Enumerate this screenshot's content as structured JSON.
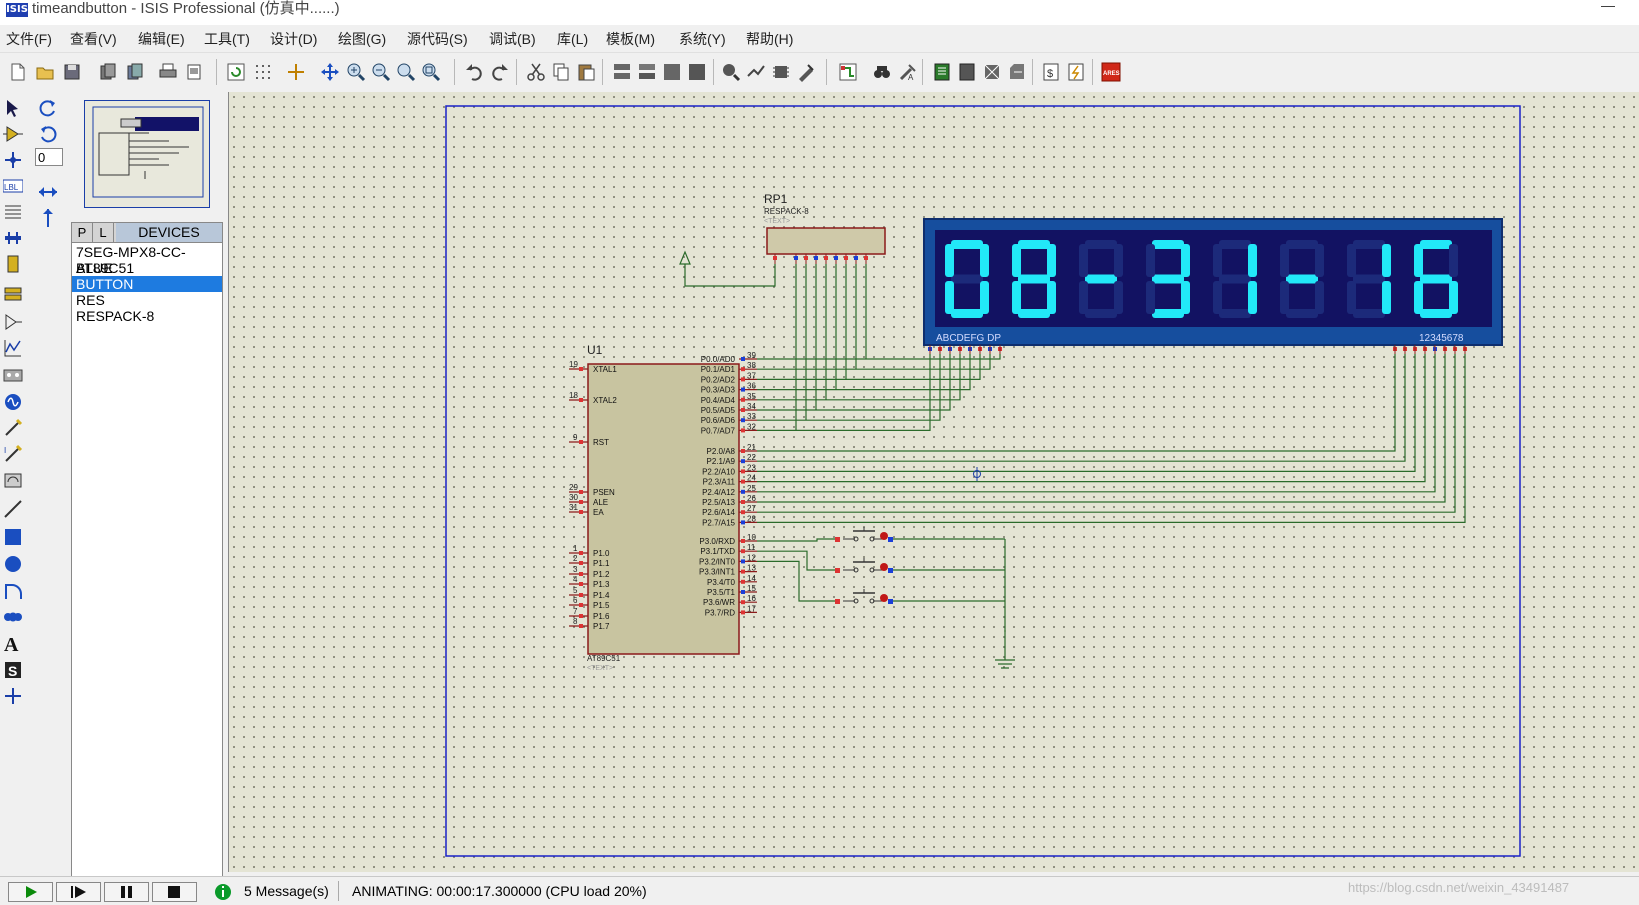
{
  "window": {
    "title": "timeandbutton - ISIS Professional (仿真中......)",
    "app_icon": "ISIS"
  },
  "menu": [
    "文件(F)",
    "查看(V)",
    "编辑(E)",
    "工具(T)",
    "设计(D)",
    "绘图(G)",
    "源代码(S)",
    "调试(B)",
    "库(L)",
    "模板(M)",
    "系统(Y)",
    "帮助(H)"
  ],
  "toolbar_icons": [
    "new-file-icon",
    "open-folder-icon",
    "save-icon",
    "import-section-icon",
    "export-section-icon",
    "print-icon",
    "print-area-icon",
    "refresh-icon",
    "grid-icon",
    "origin-icon",
    "pan-icon",
    "zoom-in-icon",
    "zoom-out-icon",
    "zoom-all-icon",
    "zoom-area-icon",
    "undo-icon",
    "redo-icon",
    "cut-icon",
    "copy-icon",
    "paste-icon",
    "block-copy-icon",
    "block-move-icon",
    "block-rotate-icon",
    "block-delete-icon",
    "pick-device-icon",
    "make-device-icon",
    "packaging-tool-icon",
    "decompose-icon",
    "wire-autorouter-icon",
    "search-tag-icon",
    "property-tool-icon",
    "netlist-icon",
    "bill-of-materials-icon",
    "electrical-rule-check-icon",
    "netlist-to-ares-icon",
    "design-explorer-icon",
    "new-sheet-icon",
    "ares-icon"
  ],
  "ares_label": "ARES",
  "left_toolbar_icons": [
    "selection-mode-icon",
    "component-mode-icon",
    "junction-dot-icon",
    "wire-label-icon",
    "text-script-icon",
    "buses-icon",
    "subcircuit-icon",
    "terminals-icon",
    "device-pins-icon",
    "graph-icon",
    "tape-recorder-icon",
    "generators-icon",
    "voltage-probe-icon",
    "current-probe-icon",
    "virtual-instruments-icon",
    "line-icon",
    "box-icon",
    "circle-icon",
    "arc-icon",
    "path-icon",
    "text-icon",
    "symbol-icon",
    "marker-icon",
    "rotate-cw-icon",
    "rotate-ccw-icon",
    "mirror-x-icon",
    "mirror-y-icon"
  ],
  "lbl_icon_text": "LBL",
  "rotation_value": "0",
  "text_tool_glyph": "A",
  "symbol_tool_glyph": "S",
  "device_panel": {
    "tab_p": "P",
    "tab_l": "L",
    "header": "DEVICES",
    "items": [
      "7SEG-MPX8-CC-BLUE",
      "AT89C51",
      "BUTTON",
      "RES",
      "RESPACK-8"
    ],
    "selected": "BUTTON"
  },
  "schematic": {
    "rp1": {
      "ref": "RP1",
      "value": "RESPACK-8",
      "text": "<TEXT>"
    },
    "u1": {
      "ref": "U1",
      "value": "AT89C51",
      "text": "<TEXT>",
      "left_pins": [
        {
          "num": "19",
          "name": "XTAL1"
        },
        {
          "num": "18",
          "name": "XTAL2"
        },
        {
          "num": "9",
          "name": "RST"
        },
        {
          "num": "29",
          "name": "PSEN"
        },
        {
          "num": "30",
          "name": "ALE"
        },
        {
          "num": "31",
          "name": "EA"
        },
        {
          "num": "1",
          "name": "P1.0"
        },
        {
          "num": "2",
          "name": "P1.1"
        },
        {
          "num": "3",
          "name": "P1.2"
        },
        {
          "num": "4",
          "name": "P1.3"
        },
        {
          "num": "5",
          "name": "P1.4"
        },
        {
          "num": "6",
          "name": "P1.5"
        },
        {
          "num": "7",
          "name": "P1.6"
        },
        {
          "num": "8",
          "name": "P1.7"
        }
      ],
      "right_pins": [
        {
          "num": "39",
          "name": "P0.0/AD0"
        },
        {
          "num": "38",
          "name": "P0.1/AD1"
        },
        {
          "num": "37",
          "name": "P0.2/AD2"
        },
        {
          "num": "36",
          "name": "P0.3/AD3"
        },
        {
          "num": "35",
          "name": "P0.4/AD4"
        },
        {
          "num": "34",
          "name": "P0.5/AD5"
        },
        {
          "num": "33",
          "name": "P0.6/AD6"
        },
        {
          "num": "32",
          "name": "P0.7/AD7"
        },
        {
          "num": "21",
          "name": "P2.0/A8"
        },
        {
          "num": "22",
          "name": "P2.1/A9"
        },
        {
          "num": "23",
          "name": "P2.2/A10"
        },
        {
          "num": "24",
          "name": "P2.3/A11"
        },
        {
          "num": "25",
          "name": "P2.4/A12"
        },
        {
          "num": "26",
          "name": "P2.5/A13"
        },
        {
          "num": "27",
          "name": "P2.6/A14"
        },
        {
          "num": "28",
          "name": "P2.7/A15"
        },
        {
          "num": "10",
          "name": "P3.0/RXD"
        },
        {
          "num": "11",
          "name": "P3.1/TXD"
        },
        {
          "num": "12",
          "name": "P3.2/INT0"
        },
        {
          "num": "13",
          "name": "P3.3/INT1"
        },
        {
          "num": "14",
          "name": "P3.4/T0"
        },
        {
          "num": "15",
          "name": "P3.5/T1"
        },
        {
          "num": "16",
          "name": "P3.6/WR"
        },
        {
          "num": "17",
          "name": "P3.7/RD"
        }
      ]
    },
    "display": {
      "chars": [
        "0",
        "8",
        "-",
        "3",
        "1",
        "-",
        "1",
        "6"
      ],
      "seg_label": "ABCDEFG  DP",
      "digit_label": "12345678"
    }
  },
  "controls": {
    "play": "play-icon",
    "step": "step-icon",
    "pause": "pause-icon",
    "stop": "stop-icon"
  },
  "message_count": "5 Message(s)",
  "status_text": "ANIMATING: 00:00:17.300000 (CPU load 20%)",
  "watermark": "https://blog.csdn.net/weixin_43491487"
}
